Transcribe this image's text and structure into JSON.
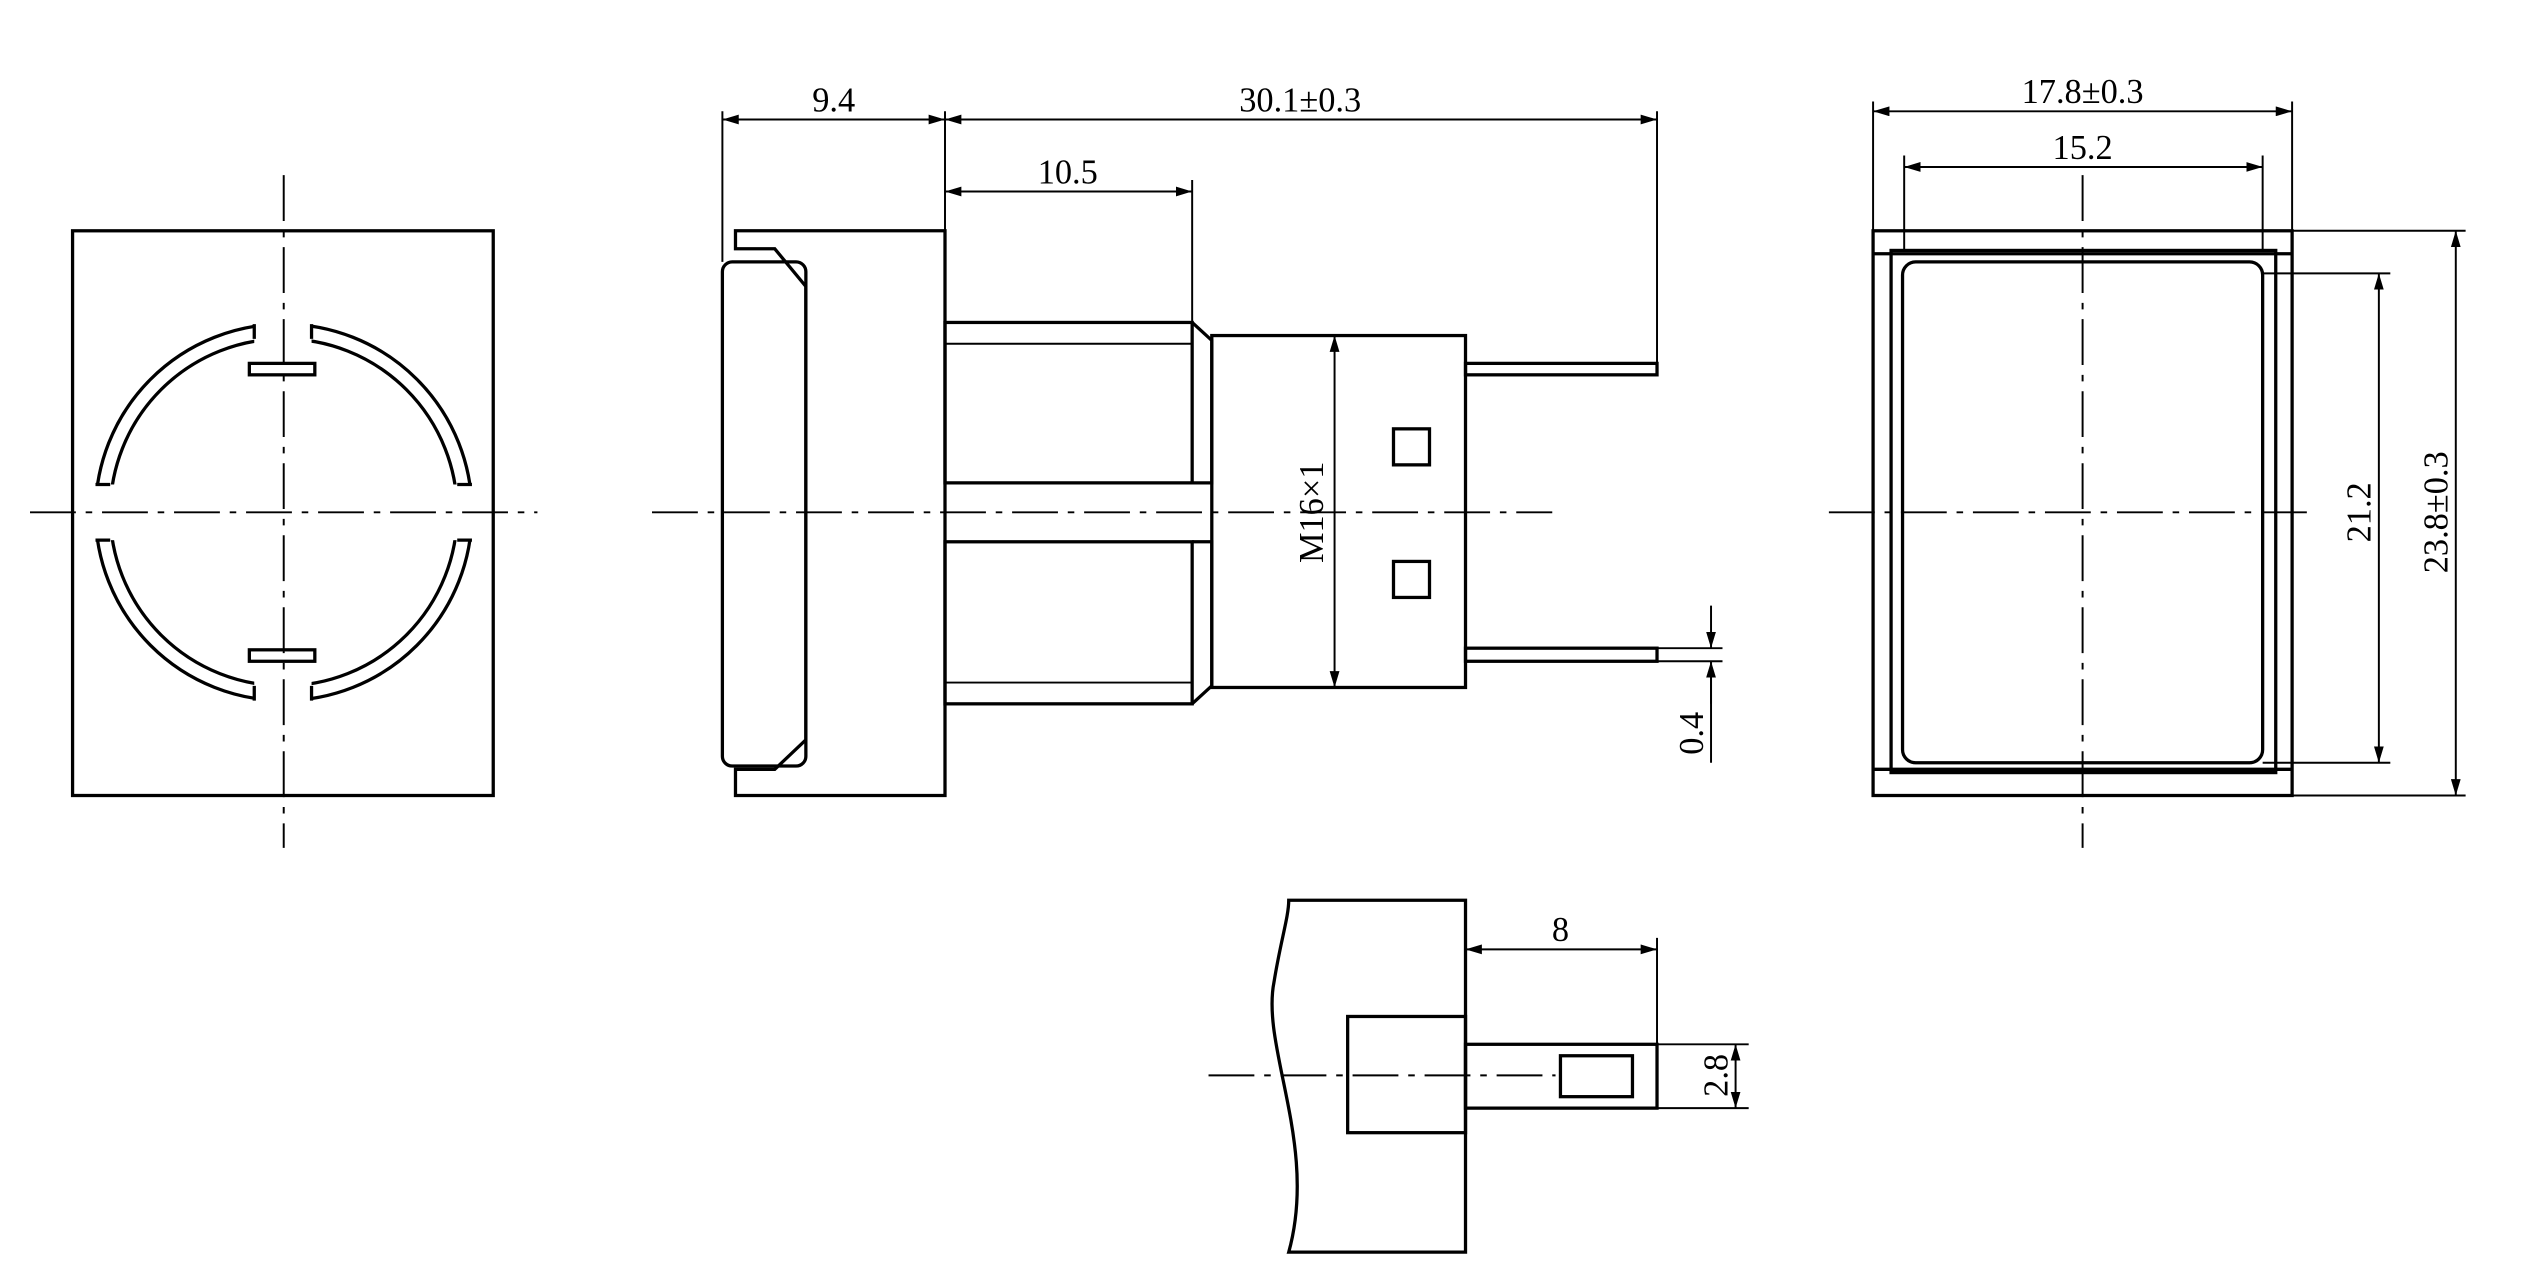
{
  "dimensions": {
    "bezel_depth": "9.4",
    "overall_length": "30.1±0.3",
    "thread_length": "10.5",
    "thread": "M16×1",
    "pin_thickness": "0.4",
    "width_outer": "17.8±0.3",
    "width_inner": "15.2",
    "height_inner": "21.2",
    "height_outer": "23.8±0.3",
    "pin_length": "8",
    "pin_width": "2.8"
  }
}
